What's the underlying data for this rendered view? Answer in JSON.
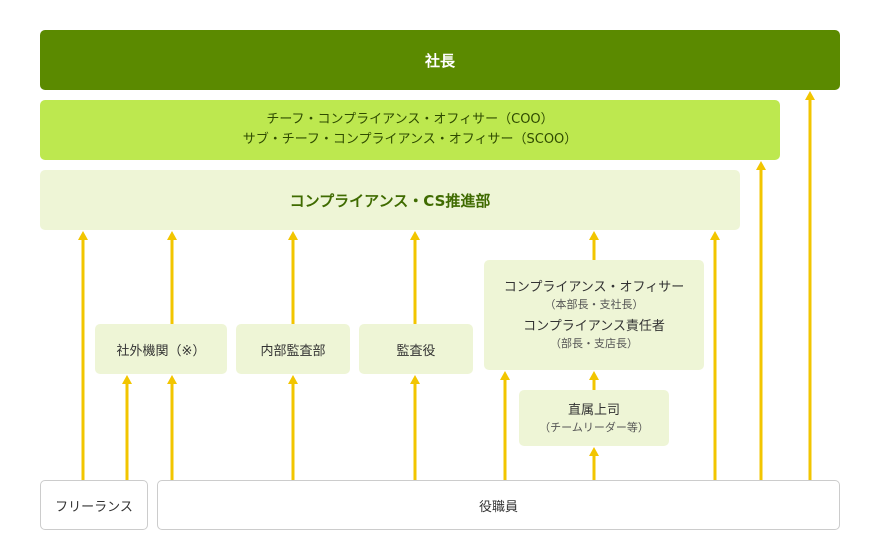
{
  "colors": {
    "arrow": "#f2c500",
    "president": "#5b8a00",
    "cco": "#bde84f",
    "dept": "#eef5d6",
    "box_border": "#cccccc"
  },
  "nodes": {
    "president": "社長",
    "cco_line1": "チーフ・コンプライアンス・オフィサー（COO）",
    "cco_line2": "サブ・チーフ・コンプライアンス・オフィサー（SCOO）",
    "compliance_dept": "コンプライアンス・CS推進部",
    "external": "社外機関（※）",
    "internal_audit": "内部監査部",
    "auditor": "監査役",
    "officer_title": "コンプライアンス・オフィサー",
    "officer_sub": "（本部長・支社長）",
    "responsible_title": "コンプライアンス責任者",
    "responsible_sub": "（部長・支店長）",
    "boss_title": "直属上司",
    "boss_sub": "（チームリーダー等）",
    "freelance": "フリーランス",
    "staff": "役職員"
  }
}
